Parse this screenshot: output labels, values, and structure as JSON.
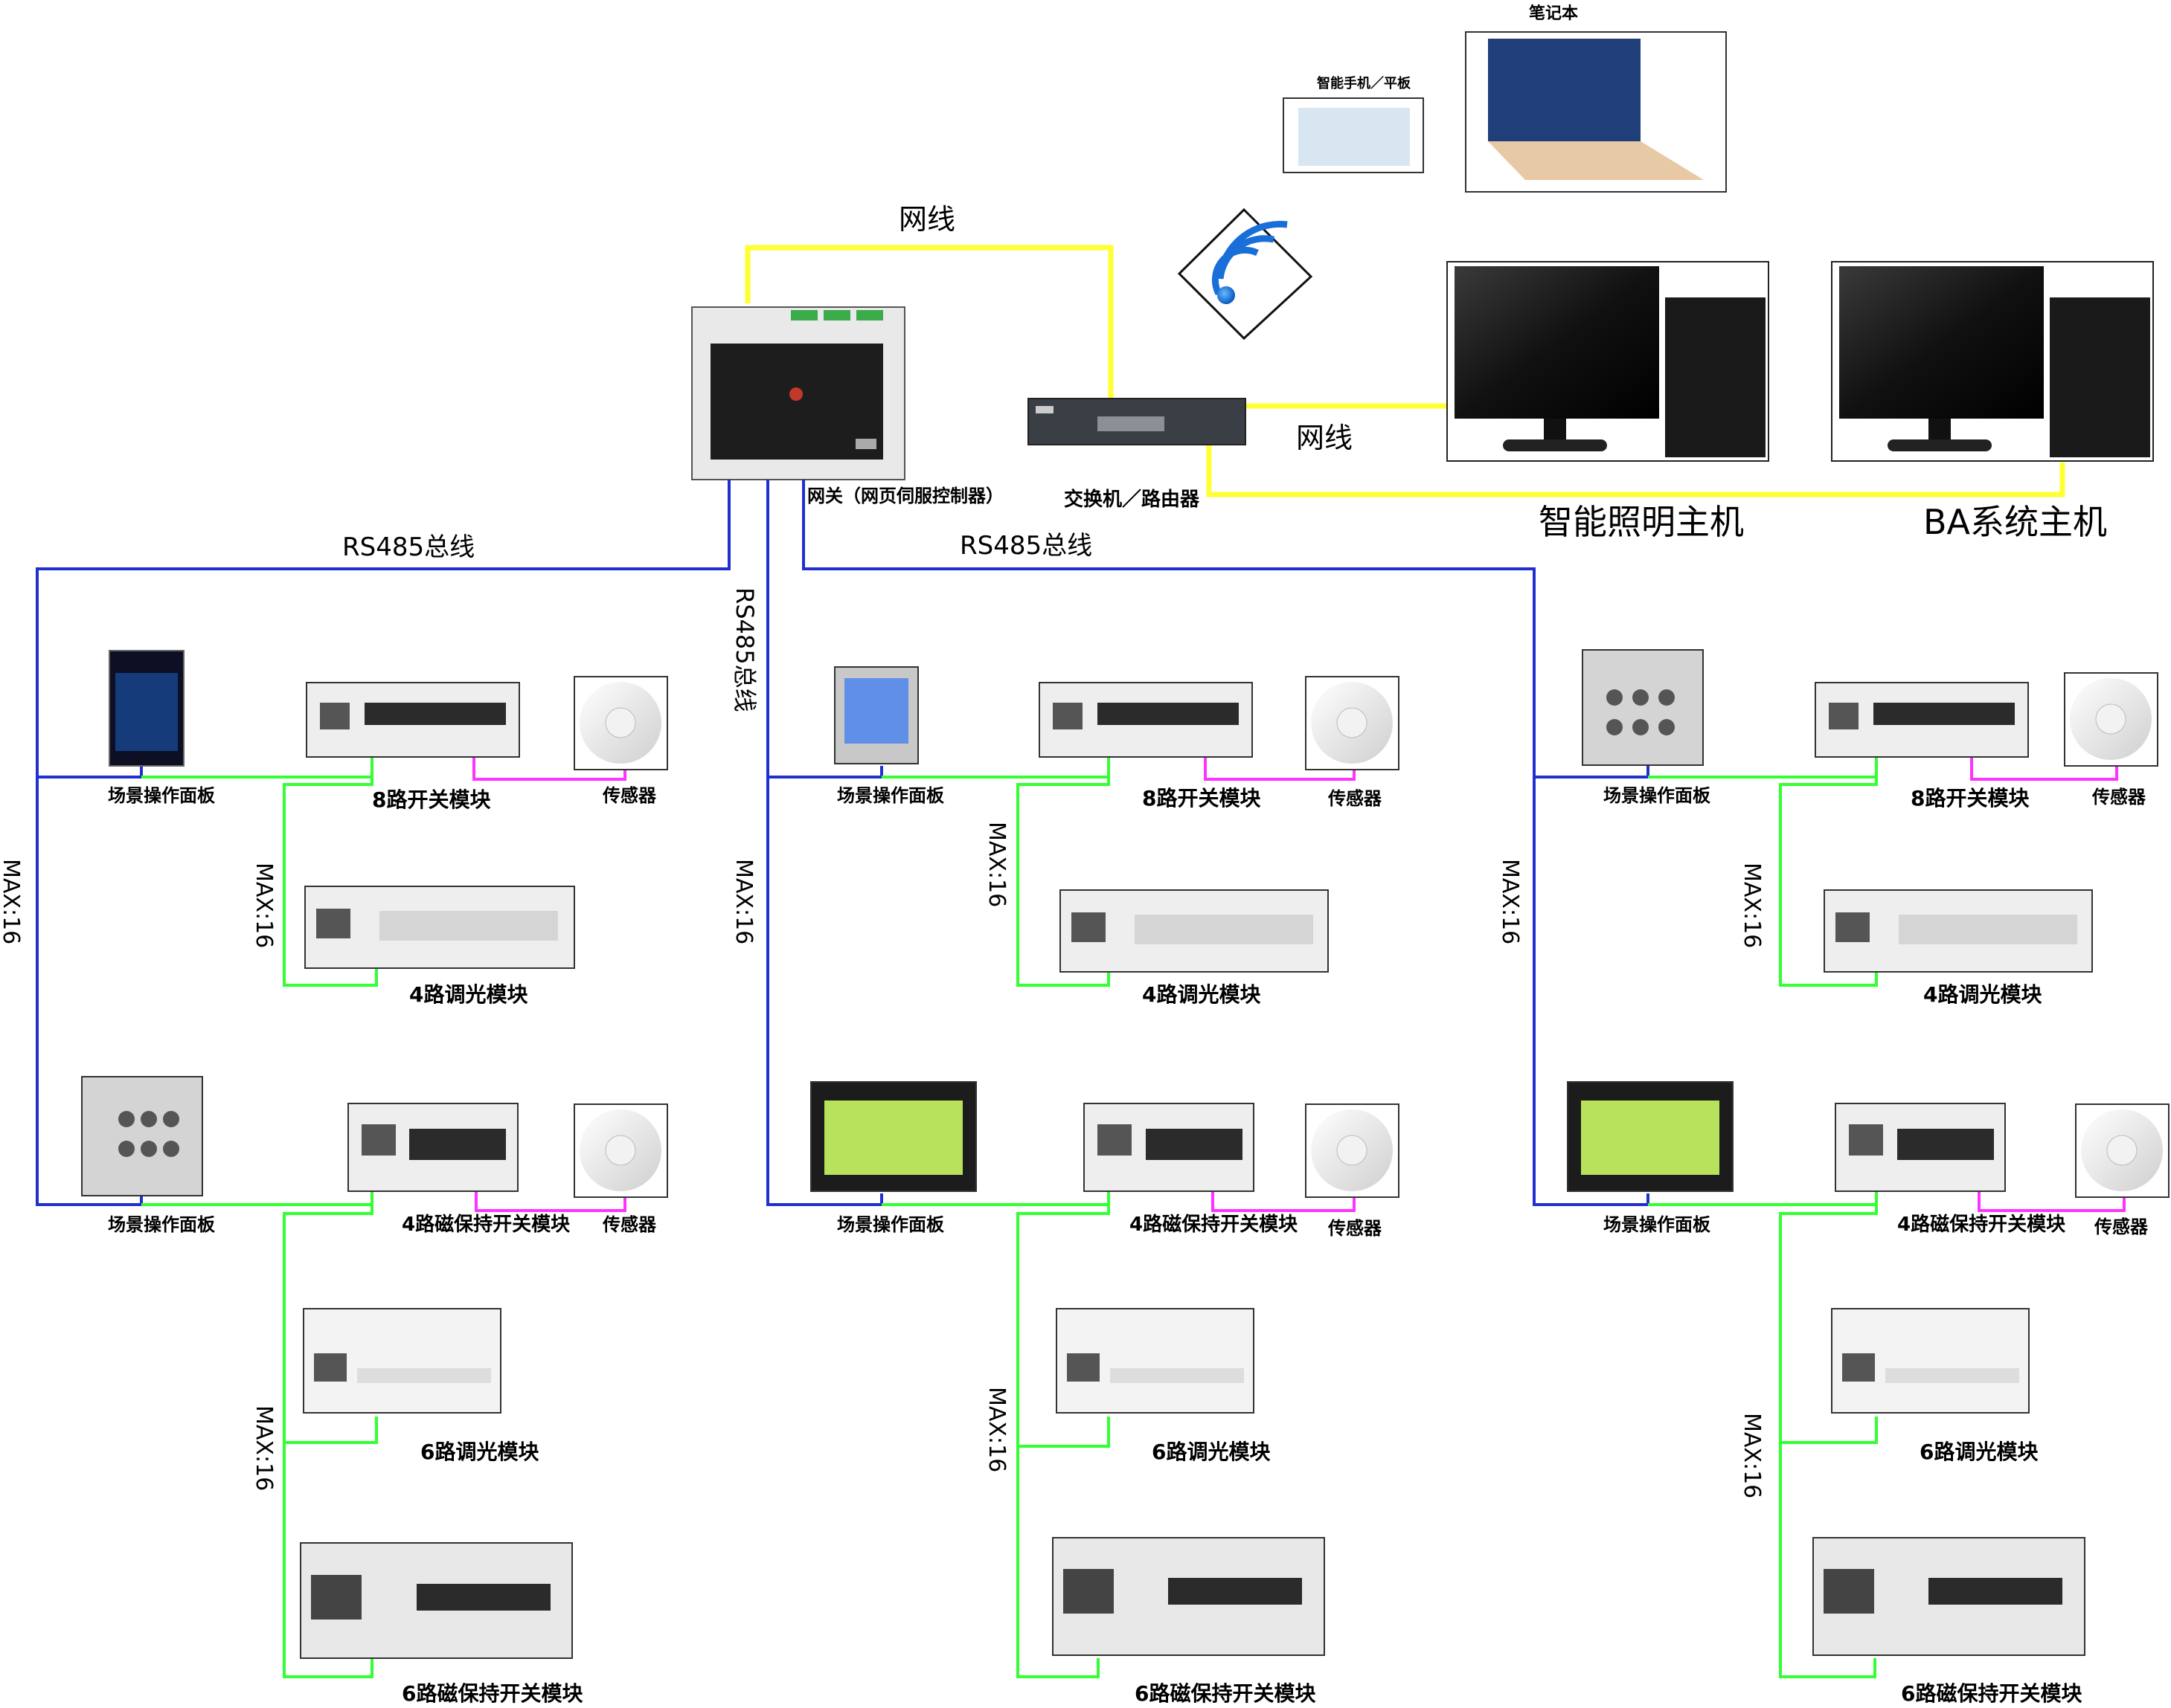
{
  "top_devices": {
    "laptop_label": "笔记本",
    "phone_label": "智能手机／平板",
    "gateway_label": "网关（网页伺服控制器）",
    "switch_label": "交换机／路由器",
    "net_line_1": "网线",
    "net_line_2": "网线",
    "host_lighting": "智能照明主机",
    "host_ba": "BA系统主机"
  },
  "bus_labels": {
    "left": "RS485总线",
    "middle": "RS485总线",
    "right": "RS485总线"
  },
  "max_label": "MAX:16",
  "columns": [
    {
      "panel1_label": "场景操作面板",
      "module1_label": "8路开关模块",
      "sensor1_label": "传感器",
      "module2_label": "4路调光模块",
      "panel2_label": "场景操作面板",
      "module3_label": "4路磁保持开关模块",
      "sensor2_label": "传感器",
      "module4_label": "6路调光模块",
      "module5_label": "6路磁保持开关模块"
    },
    {
      "panel1_label": "场景操作面板",
      "module1_label": "8路开关模块",
      "sensor1_label": "传感器",
      "module2_label": "4路调光模块",
      "panel2_label": "场景操作面板",
      "module3_label": "4路磁保持开关模块",
      "sensor2_label": "传感器",
      "module4_label": "6路调光模块",
      "module5_label": "6路磁保持开关模块"
    },
    {
      "panel1_label": "场景操作面板",
      "module1_label": "8路开关模块",
      "sensor1_label": "传感器",
      "module2_label": "4路调光模块",
      "panel2_label": "场景操作面板",
      "module3_label": "4路磁保持开关模块",
      "sensor2_label": "传感器",
      "module4_label": "6路调光模块",
      "module5_label": "6路磁保持开关模块"
    }
  ],
  "colors": {
    "net_line": "#ffff33",
    "rs485_bus": "#1f2fd0",
    "module_bus": "#33ff33",
    "sensor_link": "#ff33ff"
  }
}
